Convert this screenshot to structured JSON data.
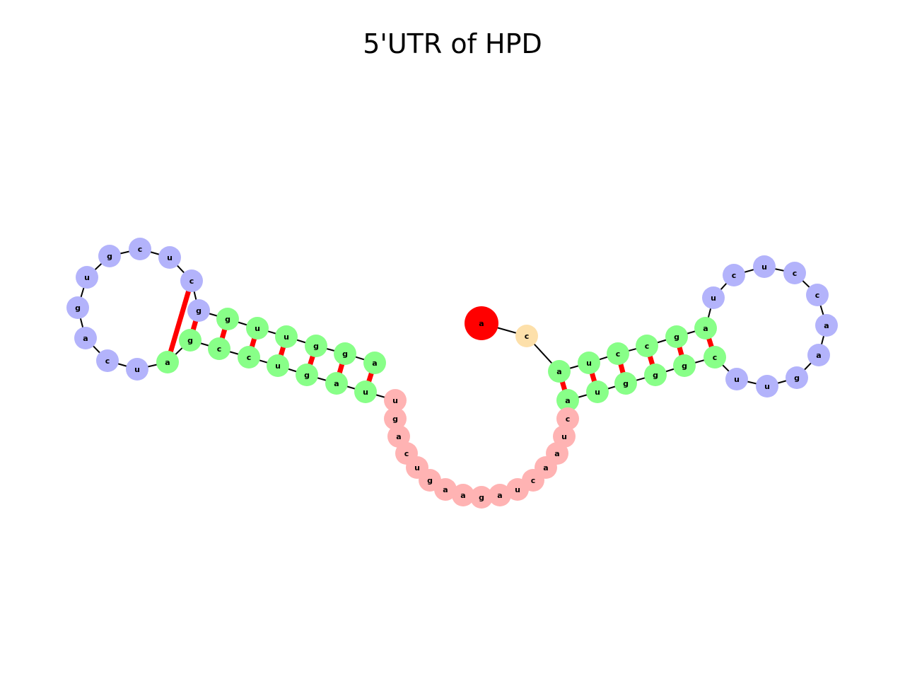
{
  "title": "5'UTR of HPD",
  "colors": {
    "background": "#ffffff",
    "five_prime_end": "#ff0000",
    "three_prime_end": "#008000",
    "stem": "#88ff88",
    "hairpin_loop": "#b3b3fb",
    "multiloop": "#ffb3b3",
    "unpaired_5prime": "#fde0aa",
    "backbone": "#000000",
    "base_pair": "#ff0000"
  },
  "nucleotides": [
    "a",
    "c",
    "a",
    "u",
    "c",
    "c",
    "g",
    "a",
    "u",
    "c",
    "u",
    "c",
    "c",
    "a",
    "a",
    "g",
    "u",
    "u",
    "c",
    "g",
    "g",
    "g",
    "u",
    "a",
    "c",
    "u",
    "a",
    "a",
    "c",
    "u",
    "a",
    "g",
    "a",
    "a",
    "g",
    "u",
    "c",
    "a",
    "g",
    "u",
    "u",
    "a",
    "g",
    "u",
    "c",
    "c",
    "g",
    "a",
    "u",
    "c",
    "a",
    "g",
    "u",
    "g",
    "c",
    "u",
    "c",
    "g",
    "g",
    "u",
    "u",
    "g",
    "g",
    "a"
  ],
  "roles": [
    "five_prime_end",
    "unpaired_5prime",
    "stem",
    "stem",
    "stem",
    "stem",
    "stem",
    "stem",
    "hairpin_loop",
    "hairpin_loop",
    "hairpin_loop",
    "hairpin_loop",
    "hairpin_loop",
    "hairpin_loop",
    "hairpin_loop",
    "hairpin_loop",
    "hairpin_loop",
    "hairpin_loop",
    "stem",
    "stem",
    "stem",
    "stem",
    "stem",
    "stem",
    "multiloop",
    "multiloop",
    "multiloop",
    "multiloop",
    "multiloop",
    "multiloop",
    "multiloop",
    "multiloop",
    "multiloop",
    "multiloop",
    "multiloop",
    "multiloop",
    "multiloop",
    "multiloop",
    "multiloop",
    "multiloop",
    "stem",
    "stem",
    "stem",
    "stem",
    "stem",
    "stem",
    "stem",
    "stem",
    "hairpin_loop",
    "hairpin_loop",
    "hairpin_loop",
    "hairpin_loop",
    "hairpin_loop",
    "hairpin_loop",
    "hairpin_loop",
    "hairpin_loop",
    "hairpin_loop",
    "hairpin_loop",
    "stem",
    "stem",
    "stem",
    "stem",
    "stem",
    "stem",
    "stem",
    "three_prime_end"
  ],
  "base_pairs": [
    [
      3,
      24
    ],
    [
      4,
      23
    ],
    [
      5,
      22
    ],
    [
      6,
      21
    ],
    [
      7,
      20
    ],
    [
      8,
      19
    ],
    [
      41,
      64
    ],
    [
      42,
      63
    ],
    [
      43,
      62
    ],
    [
      44,
      61
    ],
    [
      45,
      60
    ],
    [
      46,
      59
    ],
    [
      47,
      58
    ],
    [
      48,
      57
    ]
  ]
}
